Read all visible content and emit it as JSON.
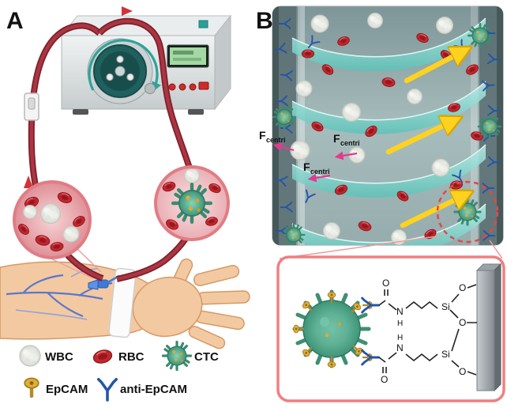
{
  "figure": {
    "panel_a_label": "A",
    "panel_b_label": "B"
  },
  "legend": {
    "items": [
      {
        "label": "WBC",
        "icon": "wbc-icon"
      },
      {
        "label": "RBC",
        "icon": "rbc-icon"
      },
      {
        "label": "CTC",
        "icon": "ctc-icon"
      },
      {
        "label": "EpCAM",
        "icon": "epcam-icon"
      },
      {
        "label": "anti-EpCAM",
        "icon": "anti-epcam-icon"
      }
    ]
  },
  "forces": {
    "symbol": "F",
    "subscript": "centri"
  },
  "chemistry": {
    "oxygen": "O",
    "nitrogen": "N",
    "hydrogen": "H",
    "silicon": "Si"
  },
  "colors": {
    "tube_red": "#8b2332",
    "helix_teal": "#6fc9c0",
    "ctc_green": "#4da58b",
    "rbc_red": "#bf2026",
    "wbc_gray": "#e4e6e3",
    "arrow_yellow": "#ffd21f",
    "force_pink": "#e23a8e",
    "antibody_blue": "#2456a8",
    "epcam_gold": "#d9a62c",
    "inset_border": "#ee8080",
    "highlight_red": "#e84545",
    "skin": "#f3c9a2"
  }
}
